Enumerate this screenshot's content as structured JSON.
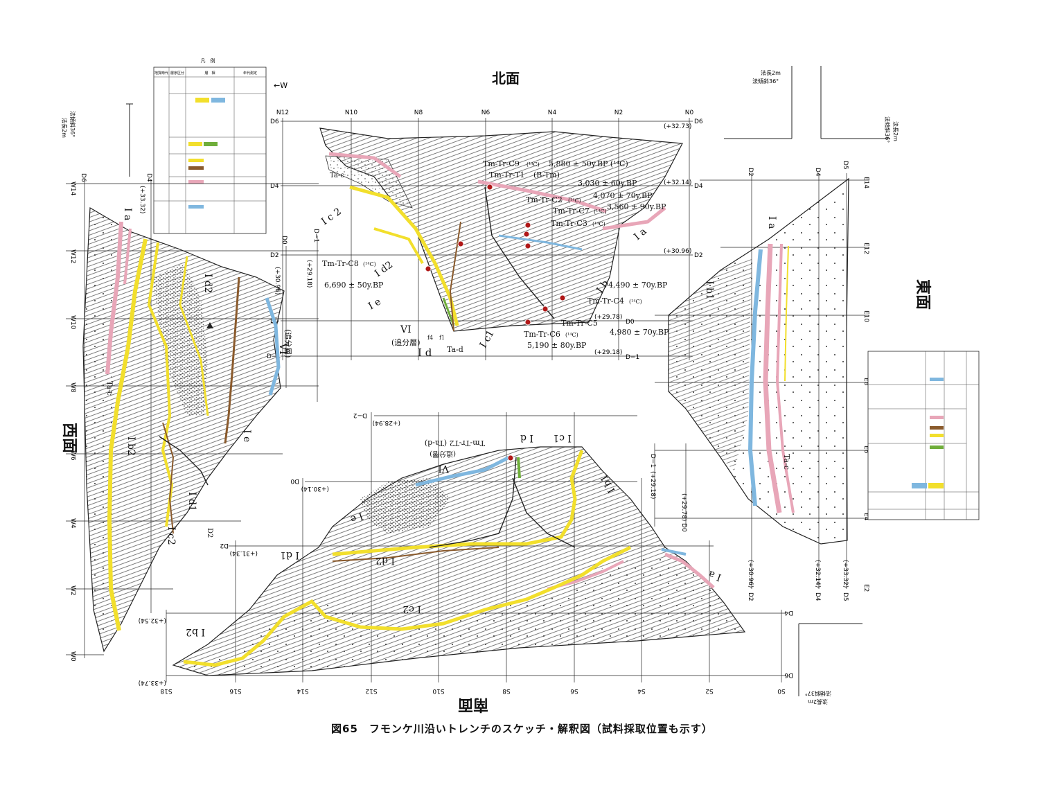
{
  "caption": "図65　フモンケ川沿いトレンチのスケッチ・解釈図（試料採取位置も示す）",
  "faces": {
    "north": "北面",
    "west": "西面",
    "east": "東面",
    "south": "南面"
  },
  "north": {
    "grid_top": [
      "N12",
      "N10",
      "N8",
      "N6",
      "N4",
      "N2",
      "N0"
    ],
    "rows_left": [
      "D6",
      "D4",
      "D2",
      "D0",
      "D−1"
    ],
    "rows_right": [
      "D6",
      "D4",
      "D2",
      "D0",
      "D−1"
    ],
    "elevations": [
      "(+32.73)",
      "(+32.14)",
      "(+30.96)",
      "(+29.78)",
      "(+29.18)"
    ],
    "units": [
      "Ta-c",
      "I c 2",
      "I d2",
      "I e",
      "VI",
      "(追分層)",
      "f4",
      "f1",
      "Ta-d",
      "I d",
      "I c1",
      "I b",
      "I a"
    ],
    "samples": [
      {
        "id": "Tm-Tr-C9",
        "method": "(¹⁴C)",
        "age": "5,880 ± 50y.BP (¹⁴C)"
      },
      {
        "id": "Tm-Tr-T1",
        "method": "(B-Tm)",
        "age": ""
      },
      {
        "id": "",
        "method": "",
        "age": "3,030 ± 60y.BP"
      },
      {
        "id": "Tm-Tr-C2",
        "method": "(¹⁴C)",
        "age": "4,070 ± 70y.BP"
      },
      {
        "id": "Tm-Tr-C7",
        "method": "(¹⁴C)",
        "age": "3,560 ± 90y.BP"
      },
      {
        "id": "Tm-Tr-C3",
        "method": "(¹⁴C)",
        "age": ""
      },
      {
        "id": "Tm-Tr-C8",
        "method": "(¹⁴C)",
        "age": "6,690 ± 50y.BP"
      },
      {
        "id": "Tm-Tr-C4",
        "method": "(¹⁴C)",
        "age": "4,490 ± 70y.BP"
      },
      {
        "id": "Tm-Tr-C5",
        "method": "(¹⁴C)",
        "age": "4,980 ± 70y.BP"
      },
      {
        "id": "Tm-Tr-C6",
        "method": "(¹⁴C)",
        "age": "5,190 ± 80y.BP"
      }
    ]
  },
  "west": {
    "grid": [
      "W14",
      "W12",
      "W10",
      "W8",
      "W6",
      "W4",
      "W2",
      "W0"
    ],
    "rows_top": [
      "D6",
      "D4"
    ],
    "rows_side": [
      "D0",
      "D−1"
    ],
    "elevations": [
      "(+33.32)",
      "(+30.96)",
      "(+29.18)"
    ],
    "units": [
      "I a",
      "I d2",
      "VI",
      "(追分層)",
      "Ta-c",
      "I b2",
      "I e",
      "I d1",
      "I c2",
      "D2"
    ]
  },
  "east": {
    "grid": [
      "E14",
      "E12",
      "E10",
      "E8",
      "E6",
      "E4",
      "E2"
    ],
    "rows_top": [
      "D2",
      "D4",
      "D5"
    ],
    "rows_bottom": [
      "D2",
      "D4",
      "D5"
    ],
    "elevations": [
      "(+30.96)",
      "(+32.14)",
      "(+33.32)",
      "(+29.18)",
      "(+29.78)"
    ],
    "units": [
      "I a",
      "I b1",
      "Ta-c",
      "D−1",
      "D0"
    ]
  },
  "south": {
    "grid": [
      "S18",
      "S16",
      "S14",
      "S12",
      "S10",
      "S8",
      "S6",
      "S4",
      "S2",
      "S0"
    ],
    "rows": [
      "D6",
      "D4",
      "D2",
      "D0",
      "D−2"
    ],
    "elevations": [
      "(+33.74)",
      "(+32.54)",
      "(+31.34)",
      "(+30.14)",
      "(+28.94)"
    ],
    "units": [
      "I d",
      "I c1",
      "Tm-Tr-T2 (Ta-d)",
      "VI",
      "(追分層)",
      "I e",
      "I d2",
      "I d1",
      "I c2",
      "I b2",
      "I b1",
      "I a"
    ]
  },
  "scales": {
    "a": {
      "title": "法長2m",
      "sub": "法傾斜36°"
    },
    "b": {
      "title": "法長2m",
      "sub": "法傾斜36°"
    },
    "c": {
      "title": "法長2m",
      "sub": "法傾斜36°"
    },
    "d": {
      "title": "法長2m",
      "sub": "法傾斜37°"
    }
  },
  "legend": {
    "title": "凡　例",
    "arrow": "←W",
    "headers": [
      "地質時代",
      "層序区分",
      "層　相",
      "年代測定"
    ]
  },
  "colors": {
    "pink": "#e8a6b8",
    "yellow": "#f2df2c",
    "blue": "#7fb7df",
    "brown": "#8a5a2c",
    "green": "#6fae3a",
    "red": "#b01818"
  }
}
